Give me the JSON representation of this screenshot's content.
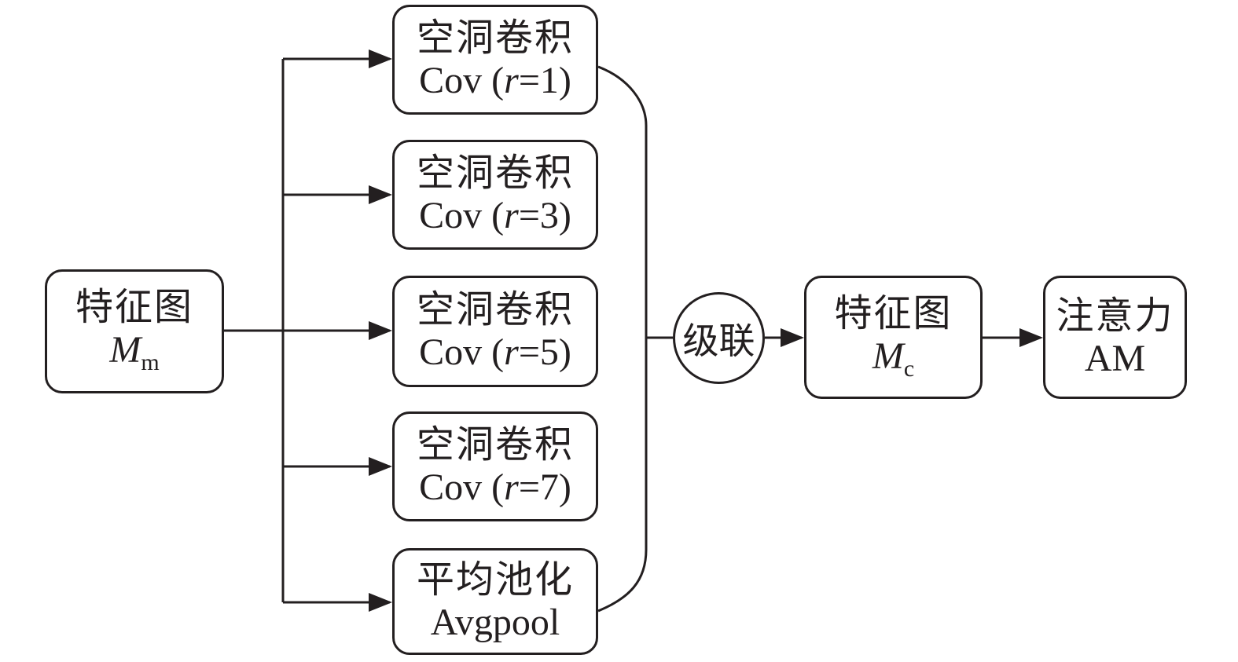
{
  "input": {
    "title": "特征图",
    "var": "M",
    "sub": "m"
  },
  "branches": [
    {
      "title": "空洞卷积",
      "prefix": "Cov (",
      "var": "r",
      "suffix": "=1)"
    },
    {
      "title": "空洞卷积",
      "prefix": "Cov (",
      "var": "r",
      "suffix": "=3)"
    },
    {
      "title": "空洞卷积",
      "prefix": "Cov (",
      "var": "r",
      "suffix": "=5)"
    },
    {
      "title": "空洞卷积",
      "prefix": "Cov (",
      "var": "r",
      "suffix": "=7)"
    },
    {
      "title": "平均池化",
      "text": "Avgpool"
    }
  ],
  "concat": {
    "label": "级联"
  },
  "output_feature": {
    "title": "特征图",
    "var": "M",
    "sub": "c"
  },
  "attention": {
    "title": "注意力",
    "text": "AM"
  },
  "colors": {
    "stroke": "#231f20",
    "background": "#ffffff"
  }
}
